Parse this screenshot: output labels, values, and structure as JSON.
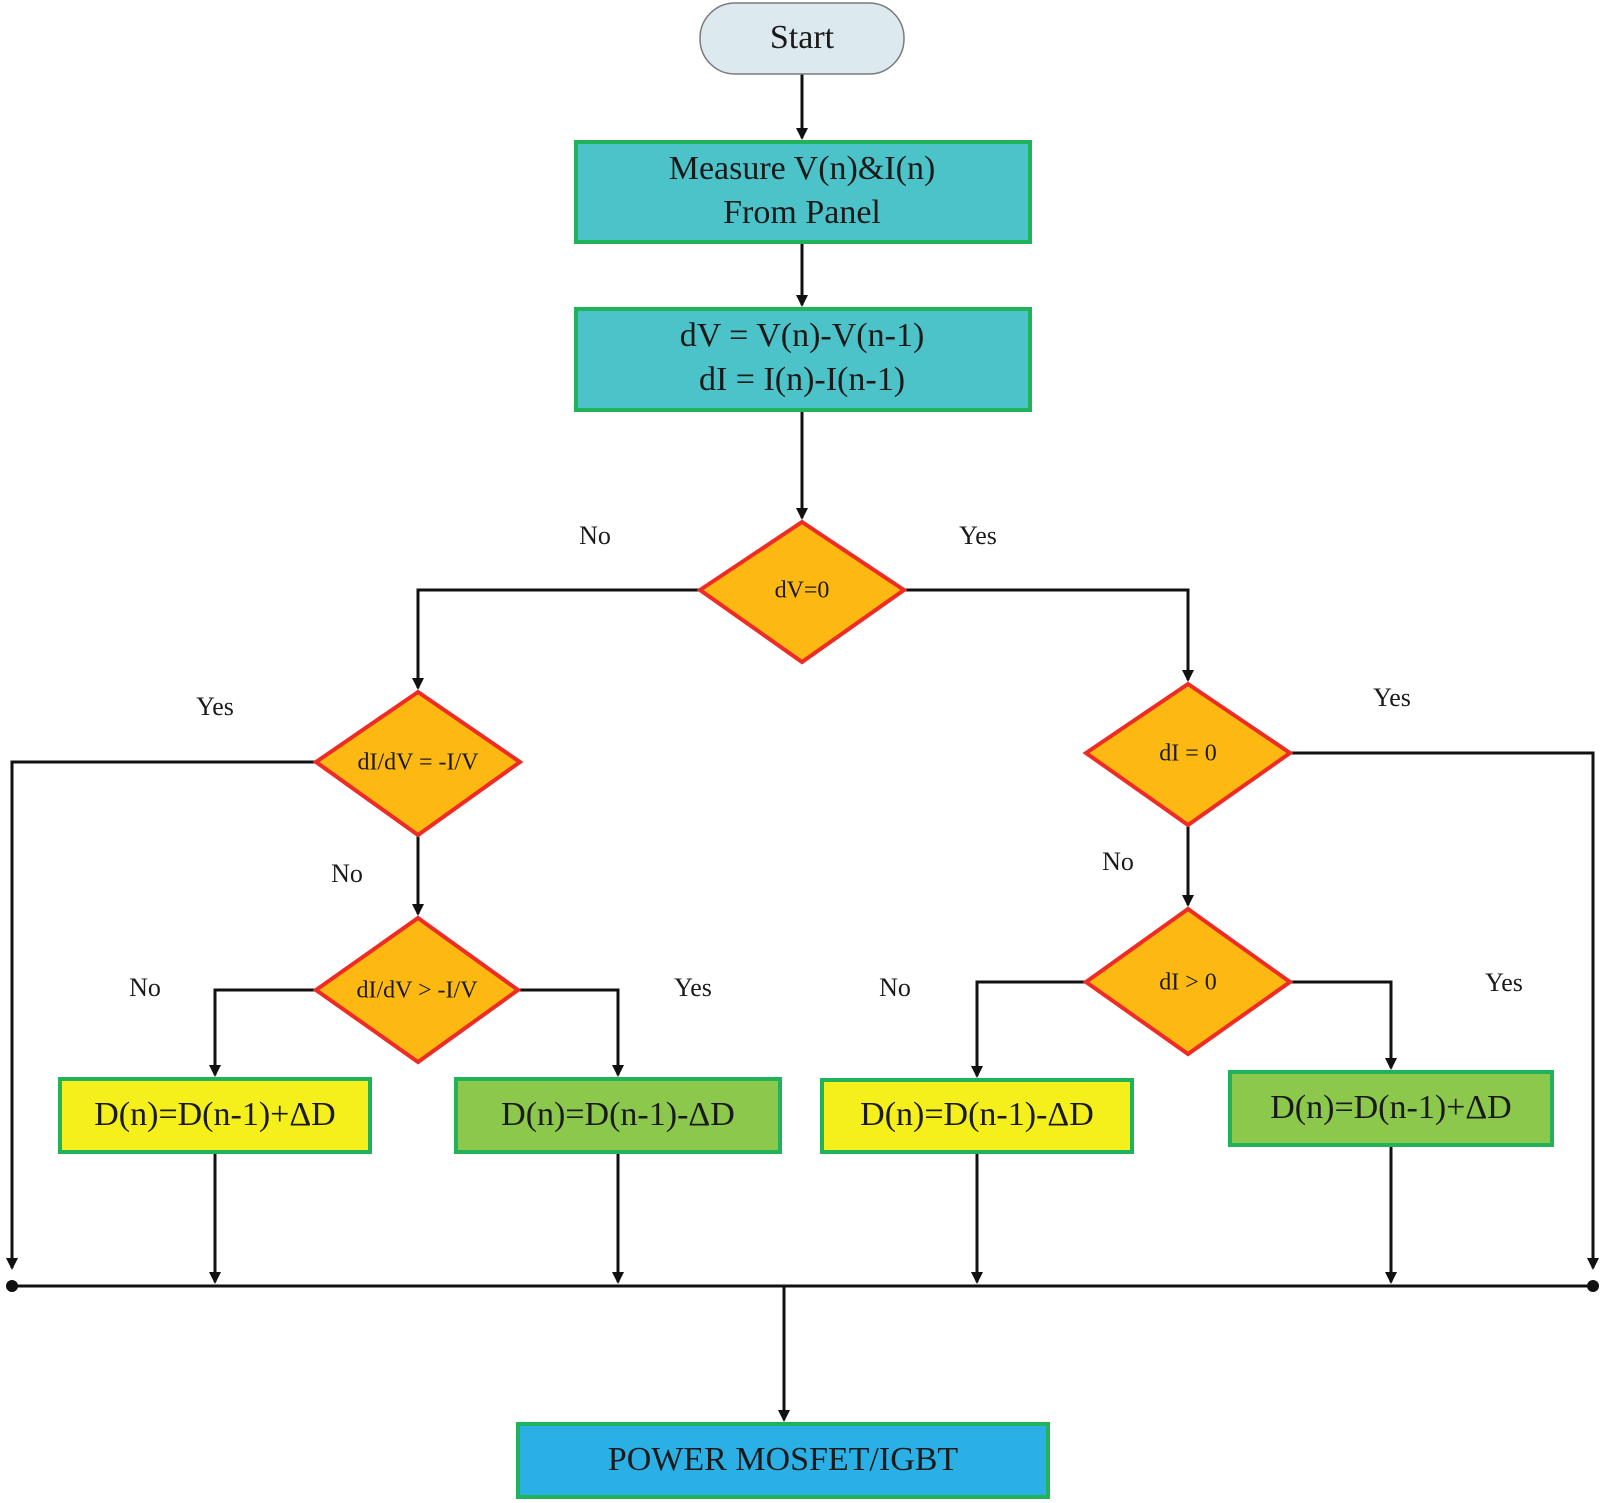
{
  "nodes": {
    "start": "Start",
    "measure": [
      "Measure V(n)&I(n)",
      "From Panel"
    ],
    "diff": [
      "dV = V(n)-V(n-1)",
      "dI = I(n)-I(n-1)"
    ],
    "dec_dv0": "dV=0",
    "dec_inc_eq": "dI/dV = -I/V",
    "dec_inc_gt": "dI/dV > -I/V",
    "dec_di0": "dI = 0",
    "dec_digt0": "dI > 0",
    "act_left_inc": "D(n)=D(n-1)+ΔD",
    "act_left_dec": "D(n)=D(n-1)-ΔD",
    "act_right_dec": "D(n)=D(n-1)-ΔD",
    "act_right_inc": "D(n)=D(n-1)+ΔD",
    "output": "POWER MOSFET/IGBT"
  },
  "labels": {
    "dv0_no": "No",
    "dv0_yes": "Yes",
    "inc_eq_yes": "Yes",
    "inc_eq_no": "No",
    "inc_gt_no": "No",
    "inc_gt_yes": "Yes",
    "di0_yes": "Yes",
    "di0_no": "No",
    "digt0_no": "No",
    "digt0_yes": "Yes"
  },
  "colors": {
    "terminal_fill": "#dce9ee",
    "process_fill": "#4bc3c9",
    "process_border": "#21b35a",
    "decision_fill": "#fdb912",
    "decision_border": "#ee2b24",
    "action_yellow": "#f5f01b",
    "action_green": "#8cc84b",
    "output_fill": "#2bb0e6",
    "wire": "#111111"
  }
}
